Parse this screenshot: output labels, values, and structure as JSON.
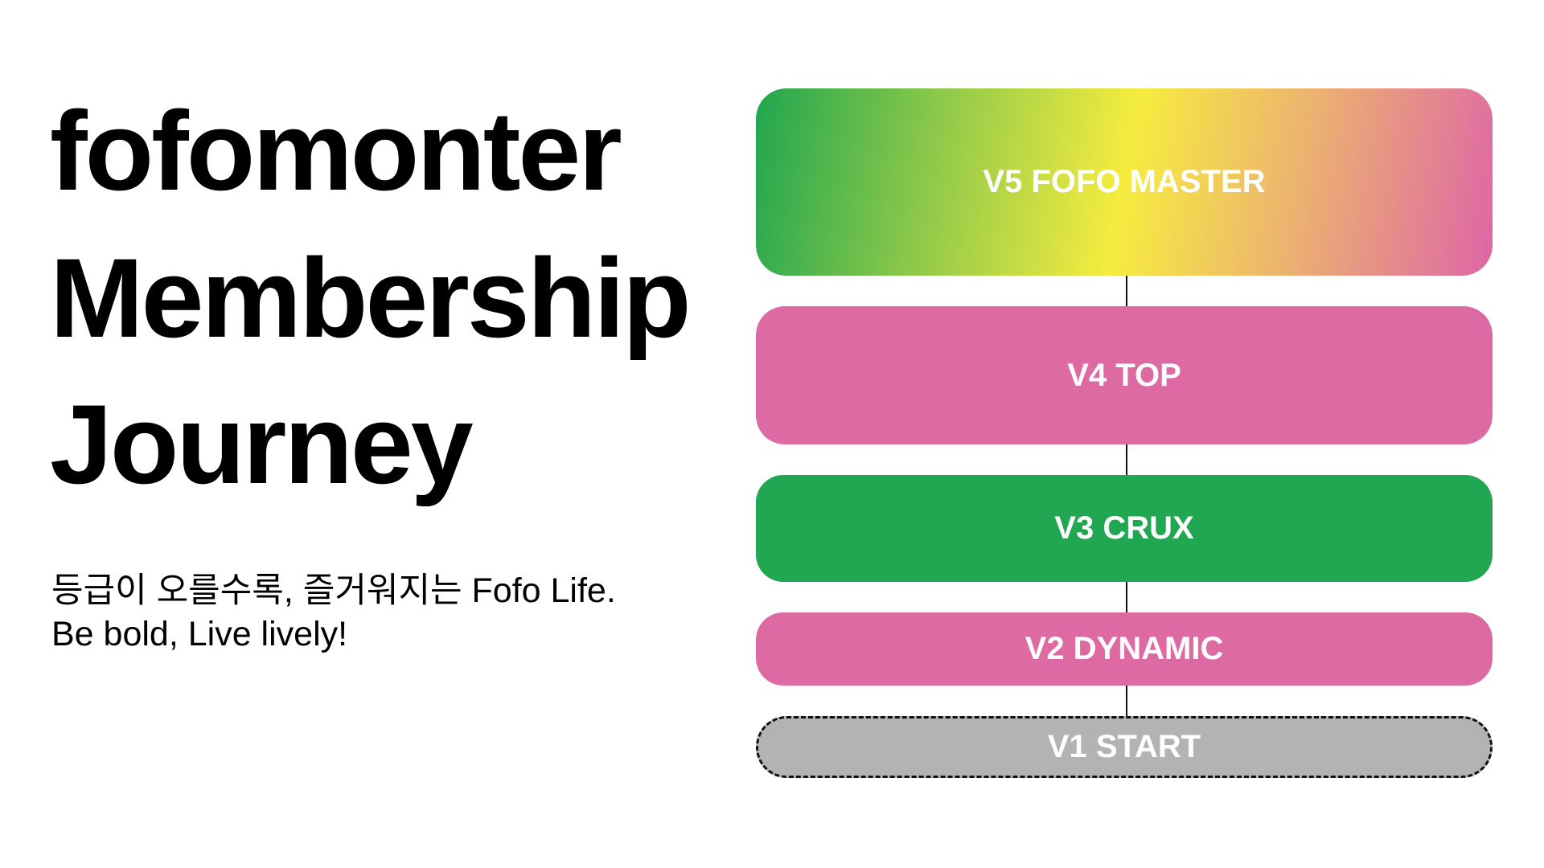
{
  "title": {
    "line1": "fofomonter",
    "line2": "Membership",
    "line3": "Journey"
  },
  "subtitle": {
    "line1": "등급이 오를수록, 즐거워지는 Fofo Life.",
    "line2": "Be bold, Live lively!"
  },
  "tiers": [
    {
      "label": "V5 FOFO MASTER",
      "color": "gradient green-yellow-pink"
    },
    {
      "label": "V4 TOP",
      "color": "#de6aa4"
    },
    {
      "label": "V3 CRUX",
      "color": "#21a651"
    },
    {
      "label": "V2 DYNAMIC",
      "color": "#de6aa4"
    },
    {
      "label": "V1 START",
      "color": "#b3b3b3"
    }
  ]
}
